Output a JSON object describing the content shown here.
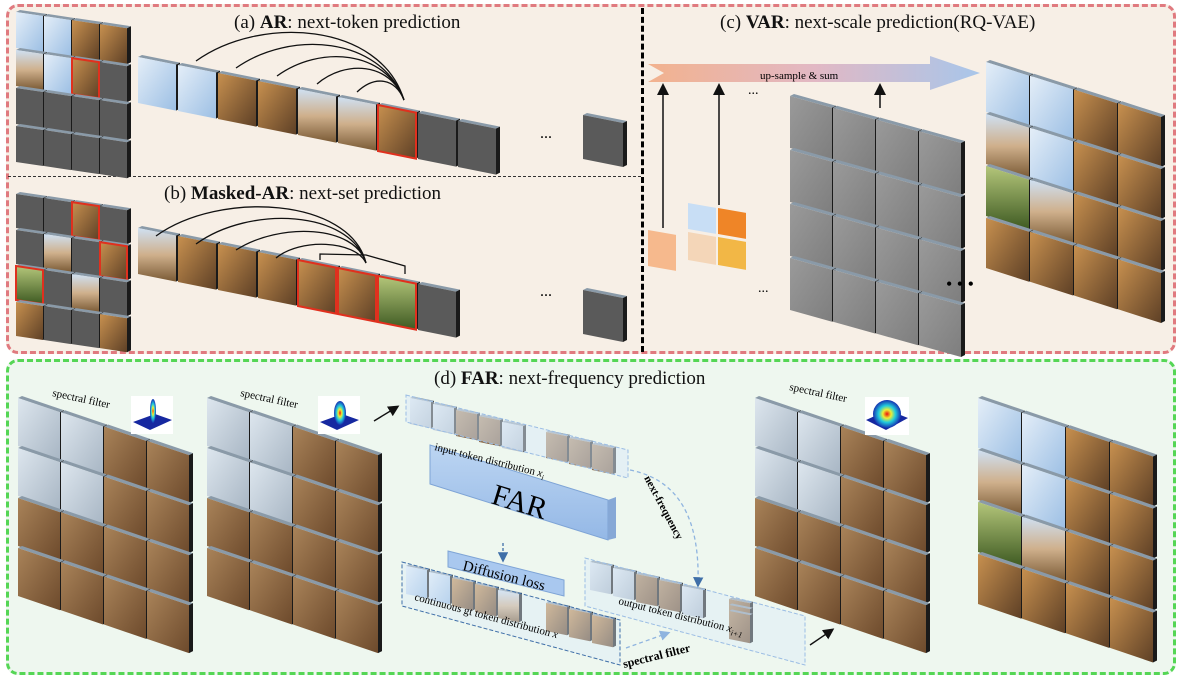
{
  "panels": {
    "a": {
      "prefix": "(a) ",
      "name": "AR",
      "desc": ": next-token prediction"
    },
    "b": {
      "prefix": "(b) ",
      "name": "Masked-AR",
      "desc": ": next-set prediction"
    },
    "c": {
      "prefix": "(c) ",
      "name": "VAR",
      "desc": ": next-scale prediction(RQ-VAE)"
    },
    "d": {
      "prefix": "(d) ",
      "name": "FAR",
      "desc": ": next-frequency prediction"
    }
  },
  "labels": {
    "upsample": "up-sample & sum",
    "spectral_filter_1": "spectral filter",
    "spectral_filter_2": "spectral filter",
    "spectral_filter_3": "spectral filter",
    "spectral_filter_bottom": "spectral filter",
    "input_dist": "input token distribution",
    "input_var": "x",
    "input_sub": "i",
    "far_block": "FAR",
    "diffusion_loss": "Diffusion loss",
    "gt_dist": "continuous gt token distribution",
    "gt_var": "x",
    "output_dist": "output token distribution",
    "output_var": "x",
    "output_sub": "i+1",
    "next_frequency": "next-frequency",
    "ellipsis": "..."
  },
  "colors": {
    "top_panel_bg": "#f7efe6",
    "top_panel_border": "#e07a7f",
    "bottom_panel_bg": "#eef7ef",
    "bottom_panel_border": "#55d655",
    "highlight": "#e0301e",
    "masked_tile": "#5a5a5a",
    "far_block": "#a9c8ef",
    "sky": "#b9d3ee",
    "stone": "#8a6440"
  }
}
